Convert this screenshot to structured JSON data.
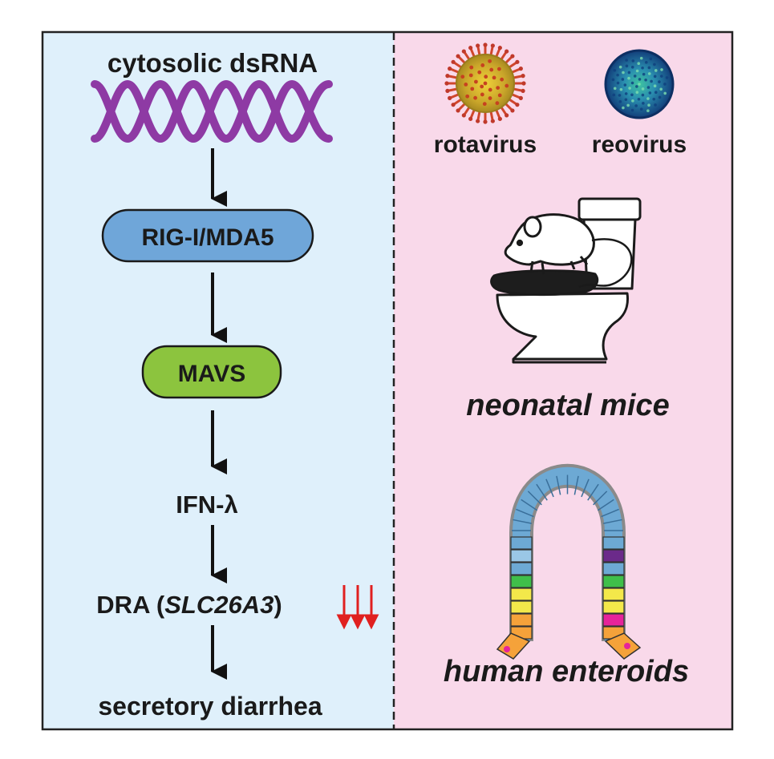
{
  "pathway": {
    "input": "cytosolic dsRNA",
    "sensor": "RIG-I/MDA5",
    "adaptor": "MAVS",
    "cytokine": "IFN-λ",
    "target_prefix": "DRA (",
    "target_gene": "SLC26A3",
    "target_suffix": ")",
    "outcome": "secretory diarrhea"
  },
  "models": {
    "virus_1": "rotavirus",
    "virus_2": "reovirus",
    "mouse_label": "neonatal mice",
    "organoid_label": "human enteroids"
  },
  "colors": {
    "left_panel": "#dff0fb",
    "right_panel": "#f9d9ea",
    "dsrna": "#8e3aa4",
    "sensor_fill": "#6fa6d9",
    "adaptor_fill": "#8cc43e",
    "down_arrow": "#e0201f",
    "rotavirus": "#d4a72c",
    "reovirus": "#1e6aa8"
  },
  "icons": [
    "dsrna-helix-icon",
    "rotavirus-icon",
    "reovirus-icon",
    "mouse-on-toilet-icon",
    "enteroid-crypt-icon",
    "down-arrow-icon"
  ]
}
